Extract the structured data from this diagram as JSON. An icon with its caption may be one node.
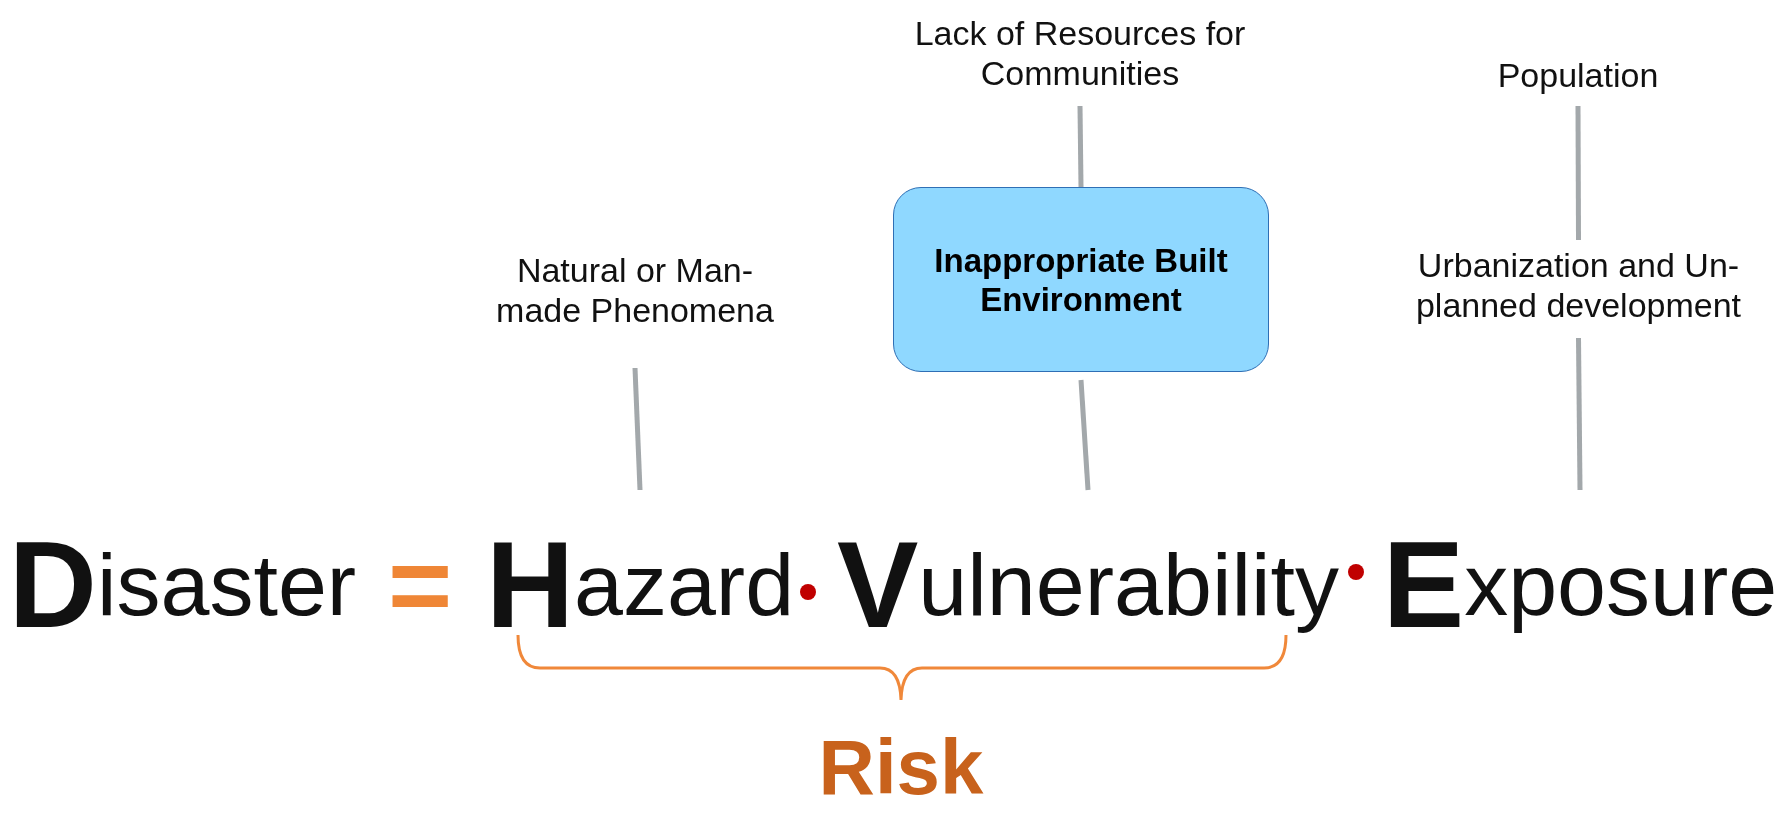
{
  "diagram": {
    "nodes": [
      {
        "text": [
          "Natural or Man-made Phenomena"
        ]
      },
      {
        "text": [
          "Lack of Resources for Communities"
        ]
      },
      {
        "text": [
          "Inappropriate Built Environment"
        ]
      },
      {
        "text": [
          "Population"
        ]
      },
      {
        "text": [
          "Urbanization and Un-planned development"
        ]
      },
      {
        "text": [
          "**D**isaster"
        ]
      },
      {
        "text": [
          "**H**azard"
        ]
      },
      {
        "text": [
          "**V**ulnerability"
        ]
      },
      {
        "text": [
          "**E**xposure"
        ]
      }
    ],
    "edges": [
      {
        "from": 0,
        "to": 6,
        "arrow": "none"
      },
      {
        "from": 1,
        "to": 2,
        "arrow": "none"
      },
      {
        "from": 2,
        "to": 7,
        "arrow": "none"
      },
      {
        "from": 3,
        "to": 4,
        "arrow": "none"
      },
      {
        "from": 4,
        "to": 8,
        "arrow": "none"
      }
    ],
    "labels": [
      "=",
      "Risk"
    ]
  }
}
